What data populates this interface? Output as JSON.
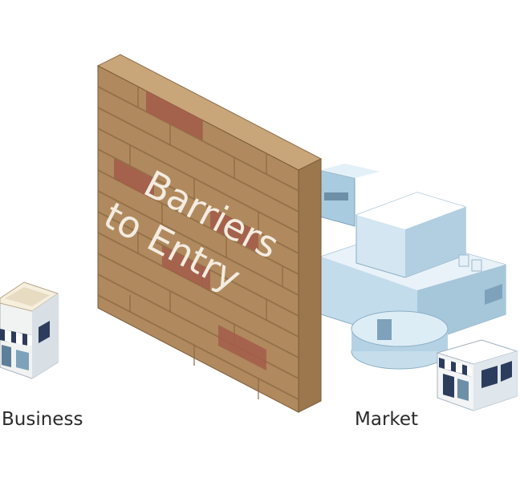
{
  "wall": {
    "line1": "Barriers",
    "line2": "to Entry"
  },
  "labels": {
    "business": "Business",
    "market": "Market"
  },
  "colors": {
    "brick": "#b08a5e",
    "brick_dark": "#8d6a44",
    "brick_red": "#a35c4a",
    "building_blue": "#bcd9ea",
    "awning_navy": "#2c3c5c"
  }
}
